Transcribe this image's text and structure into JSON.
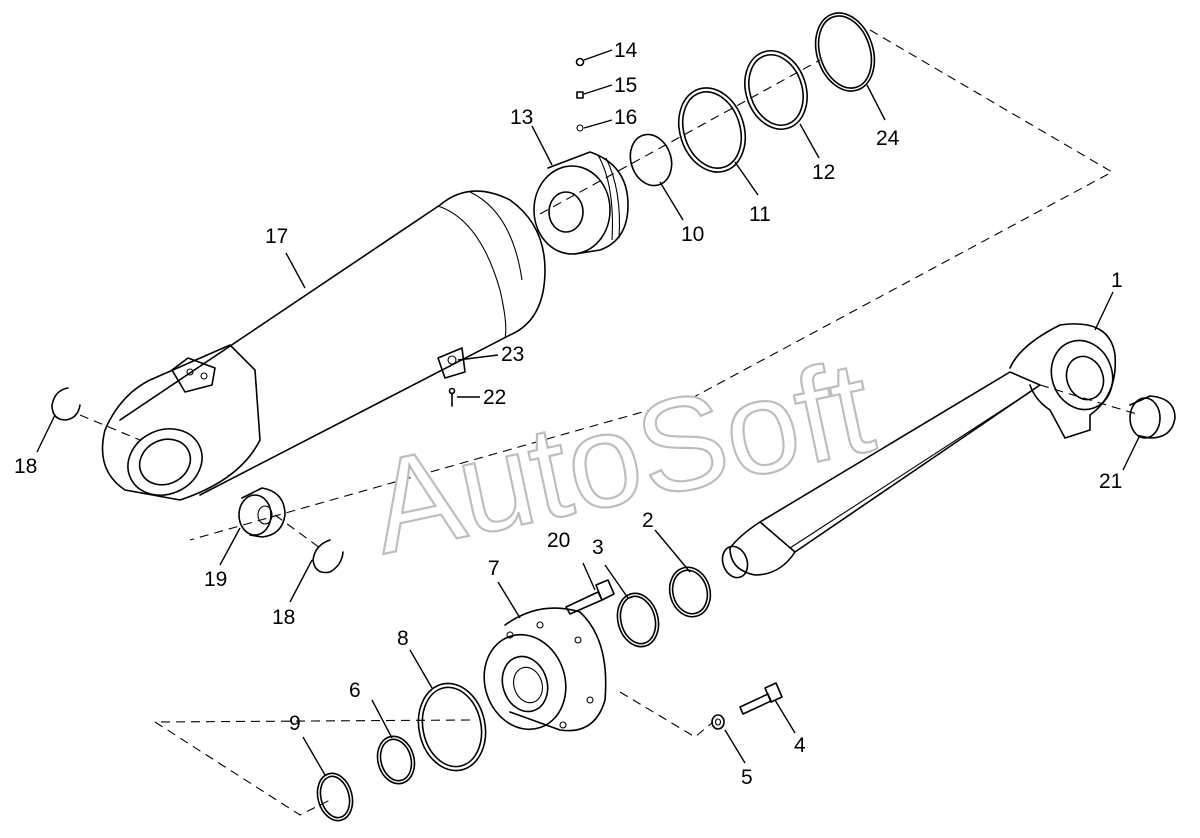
{
  "watermark": "AutoSoft",
  "callouts": {
    "n1": "1",
    "n2": "2",
    "n3": "3",
    "n4": "4",
    "n5": "5",
    "n6": "6",
    "n7": "7",
    "n8": "8",
    "n9": "9",
    "n10": "10",
    "n11": "11",
    "n12": "12",
    "n13": "13",
    "n14": "14",
    "n15": "15",
    "n16": "16",
    "n17": "17",
    "n18a": "18",
    "n18b": "18",
    "n19": "19",
    "n20": "20",
    "n21": "21",
    "n22": "22",
    "n23": "23",
    "n24": "24"
  }
}
